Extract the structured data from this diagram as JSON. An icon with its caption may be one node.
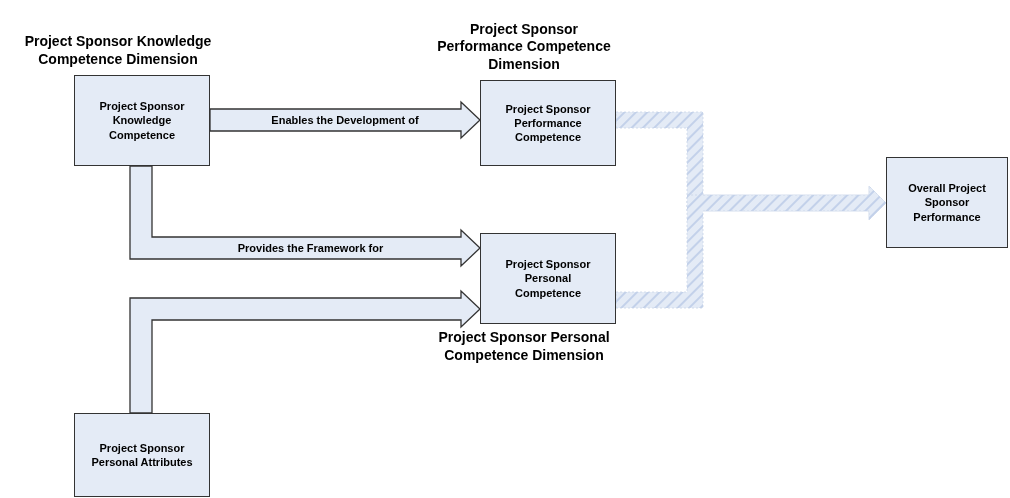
{
  "diagram": {
    "nodes": [
      {
        "text": [
          "Project Sponsor Knowledge Competence Dimension",
          "Project Sponsor Knowledge Competence"
        ]
      },
      {
        "text": [
          "Project Sponsor Performance Competence Dimension",
          "Project Sponsor Performance Competence"
        ]
      },
      {
        "text": [
          "Project Sponsor Personal Competence",
          "Project Sponsor Personal Competence Dimension"
        ]
      },
      {
        "text": [
          "Project Sponsor Personal Attributes"
        ]
      },
      {
        "text": [
          "Overall Project Sponsor Performance"
        ]
      }
    ],
    "edges": [
      {
        "from": 0,
        "to": 1,
        "arrow": "to",
        "label": "Enables the Development of"
      },
      {
        "from": 0,
        "to": 2,
        "arrow": "to",
        "label": "Provides the Framework for"
      },
      {
        "from": 3,
        "to": 2,
        "arrow": "to"
      },
      {
        "from": 1,
        "to": 4,
        "arrow": "to",
        "style": "dashed"
      },
      {
        "from": 2,
        "to": 4,
        "arrow": "to",
        "style": "dashed"
      }
    ]
  }
}
